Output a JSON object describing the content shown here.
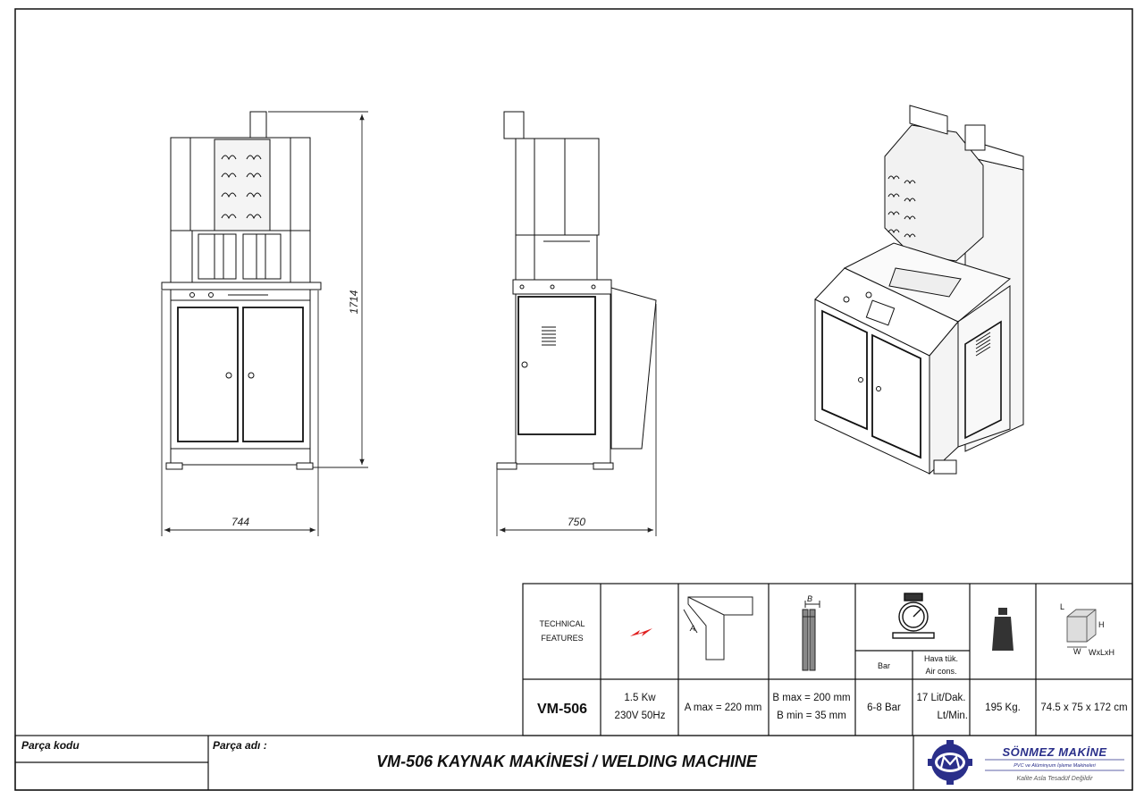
{
  "views": {
    "front_width": "744",
    "side_width": "750",
    "height": "1714"
  },
  "specs": {
    "header_label": "TECHNICAL FEATURES",
    "header_line1": "TECHNICAL",
    "header_line2": "FEATURES",
    "bar_label": "Bar",
    "air_label_1": "Hava tük.",
    "air_label_2": "Air cons.",
    "dim_icon_w": "W",
    "dim_icon_h": "H",
    "dim_icon_l": "L",
    "dim_icon_caption": "WxLxH",
    "profile_icon_b": "B",
    "profile_icon_a": "A",
    "model": "VM-506",
    "power_1": "1.5 Kw",
    "power_2": "230V 50Hz",
    "a_max": "A max = 220 mm",
    "b_max": "B max = 200 mm",
    "b_min": "B min = 35 mm",
    "pressure": "6-8 Bar",
    "air_1": "17 Lit/Dak.",
    "air_2": "Lt/Min.",
    "weight": "195 Kg.",
    "dimensions": "74.5 x 75 x 172 cm"
  },
  "title_block": {
    "part_code_label": "Parça kodu",
    "part_name_label": "Parça adı :",
    "title": "VM-506 KAYNAK MAKİNESİ / WELDING MACHINE"
  },
  "logo": {
    "name": "SÖNMEZ MAKİNE",
    "subtitle": "PVC ve Alüminyum İşleme Makineleri",
    "slogan": "Kalite Asla Tesadüf Değildir",
    "accent_color": "#2a2f8a",
    "icon": "gear-logo-icon"
  },
  "colors": {
    "line": "#111111",
    "warning_red": "#e02020"
  }
}
